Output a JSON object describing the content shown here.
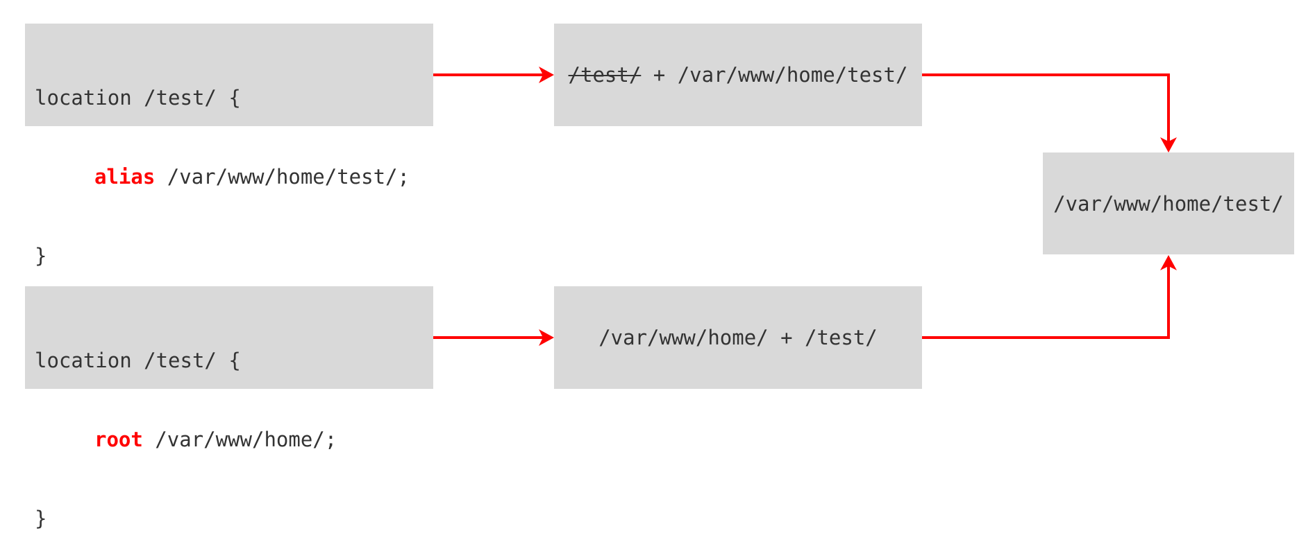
{
  "alias_block": {
    "line1": "location /test/ {",
    "keyword": "alias",
    "path": " /var/www/home/test/;",
    "line3": "}"
  },
  "alias_result": {
    "removed": "/test/",
    "plus": " + ",
    "path": "/var/www/home/test/"
  },
  "root_block": {
    "line1": "location /test/ {",
    "keyword": "root",
    "path": " /var/www/home/;",
    "line3": "}"
  },
  "root_result": {
    "text": "/var/www/home/ + /test/"
  },
  "final_result": {
    "text": "/var/www/home/test/"
  },
  "colors": {
    "arrow": "#ff0000",
    "box": "#d9d9d9",
    "keyword": "#ff0000"
  }
}
